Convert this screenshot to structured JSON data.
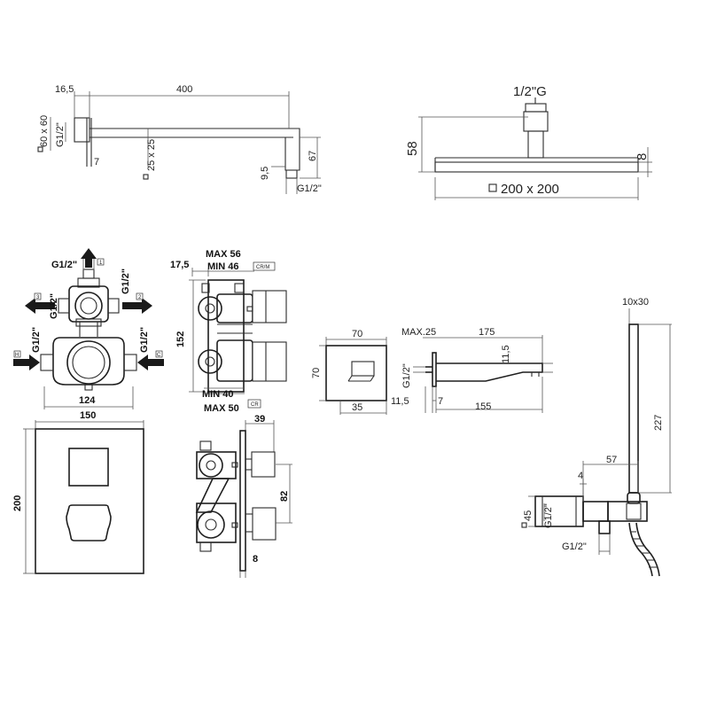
{
  "shower_arm": {
    "dim_16_5": "16,5",
    "dim_400": "400",
    "dim_60x60": "60 x 60",
    "dim_g12_left": "G1/2\"",
    "dim_7": "7",
    "dim_25x25": "25 x 25",
    "dim_9_5": "9,5",
    "dim_67": "67",
    "dim_g12_bottom": "G1/2\""
  },
  "shower_head": {
    "dim_thread": "1/2\"G",
    "dim_58": "58",
    "dim_8": "8",
    "dim_size": "200 x 200"
  },
  "mixer_front": {
    "g12_top": "G1/2\"",
    "g12_upper_right": "G1/2\"",
    "g12_left": "G1/2\"",
    "g12_lower_left": "G1/2\"",
    "g12_lower_right": "G1/2\"",
    "dim_124": "124",
    "outlet_1": "1",
    "outlet_2": "2",
    "outlet_3": "3",
    "inlet_h": "H",
    "inlet_c": "C"
  },
  "mixer_side": {
    "dim_17_5": "17,5",
    "max_56": "MAX 56",
    "min_46": "MIN 46",
    "tag_crm": "CR/M",
    "dim_152": "152",
    "min_40": "MIN 40",
    "max_50": "MAX 50",
    "tag_cr": "CR"
  },
  "plate_front": {
    "dim_150": "150",
    "dim_200": "200"
  },
  "plate_side": {
    "dim_39": "39",
    "dim_82": "82",
    "dim_8": "8"
  },
  "spout": {
    "dim_70_top": "70",
    "dim_70_side": "70",
    "dim_35": "35",
    "max_25": "MAX.25",
    "dim_175": "175",
    "dim_11_5_right": "11,5",
    "dim_g12": "G1/2\"",
    "dim_11_5_bottom": "11,5",
    "dim_7": "7",
    "dim_155": "155"
  },
  "hand_shower": {
    "dim_10x30": "10x30",
    "dim_227": "227",
    "dim_57": "57",
    "dim_4": "4",
    "dim_45": "45",
    "dim_g12_side": "G1/2\"",
    "dim_g12_bottom": "G1/2\""
  }
}
